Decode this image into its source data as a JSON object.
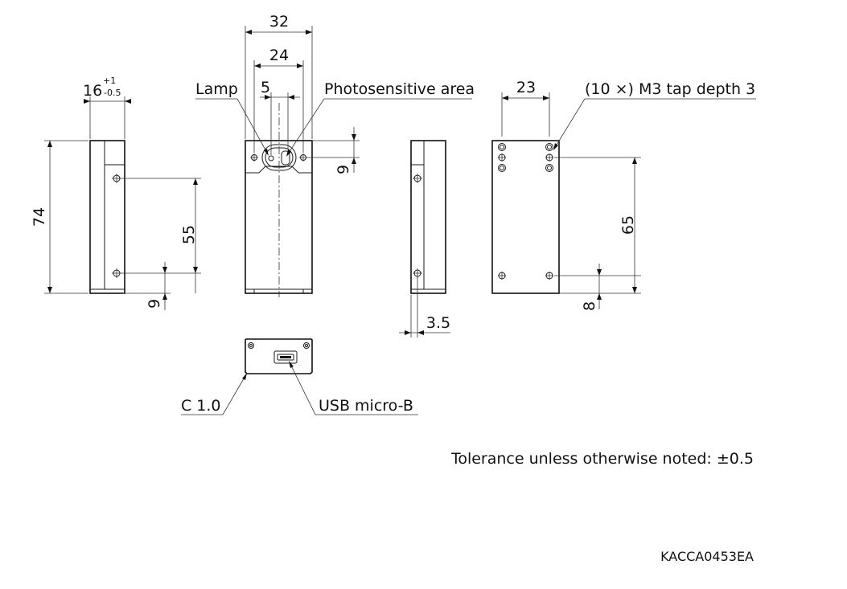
{
  "dimensions": {
    "width_32": "32",
    "width_24": "24",
    "width_5": "5",
    "thickness_16": "16",
    "thickness_tol_upper": "+1",
    "thickness_tol_lower": "-0.5",
    "width_23": "23",
    "height_74": "74",
    "height_55": "55",
    "height_9_side": "9",
    "height_9_front": "9",
    "height_65": "65",
    "height_8": "8",
    "offset_3_5": "3.5"
  },
  "labels": {
    "lamp": "Lamp",
    "photosensitive_area": "Photosensitive area",
    "tap_holes": "(10 ×) M3 tap depth 3",
    "chamfer": "C 1.0",
    "usb": "USB micro-B"
  },
  "note": "Tolerance unless otherwise noted: ±0.5",
  "drawing_code": "KACCA0453EA"
}
